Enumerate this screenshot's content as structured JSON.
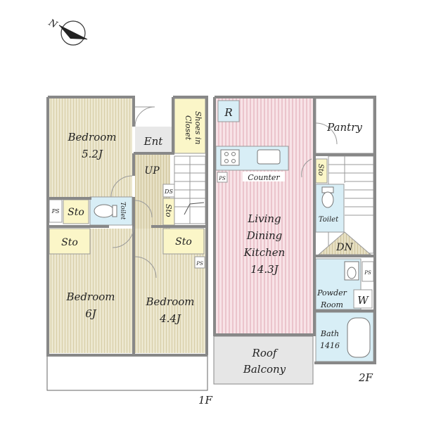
{
  "compass": {
    "label": "N"
  },
  "floors": [
    {
      "id": "1F",
      "label": "1F"
    },
    {
      "id": "2F",
      "label": "2F"
    }
  ],
  "rooms_1f": {
    "bedroom_top": {
      "name": "Bedroom",
      "size": "5.2J"
    },
    "bedroom_left": {
      "name": "Bedroom",
      "size": "6J"
    },
    "bedroom_right": {
      "name": "Bedroom",
      "size": "4.4J"
    },
    "entrance": "Ent",
    "shoes_closet": [
      "Shoes in",
      "Closet"
    ],
    "stairs_up": "UP",
    "ds": "DS",
    "toilet": "Toilet",
    "storage_labels": [
      "Sto",
      "Sto",
      "Sto",
      "Sto"
    ],
    "ps_labels": [
      "PS",
      "PS"
    ]
  },
  "rooms_2f": {
    "ldk": {
      "lines": [
        "Living",
        "Dining",
        "Kitchen",
        "14.3J"
      ]
    },
    "refrigerator": "R",
    "counter": "Counter",
    "pantry": "Pantry",
    "storage": "Sto",
    "toilet": "Toilet",
    "stairs_down": "DN",
    "powder_room": [
      "Powder",
      "Room"
    ],
    "washer": "W",
    "bath": [
      "Bath",
      "1416"
    ],
    "roof_balcony": [
      "Roof",
      "Balcony"
    ],
    "ps_labels": [
      "PS",
      "PS"
    ]
  },
  "colors": {
    "bedroom_floor": "#ece7cf",
    "bedroom_stripe": "#d9cfa9",
    "hall_floor": "#e3dcc0",
    "ldk_floor": "#f7dfe3",
    "ldk_stripe": "#e8b7c1",
    "storage_fill": "#fbf6c8",
    "wet_fill": "#d8eef6",
    "ent_fill": "#e8e8e8",
    "balcony_fill": "#e6e6e6",
    "wall": "#888888"
  }
}
